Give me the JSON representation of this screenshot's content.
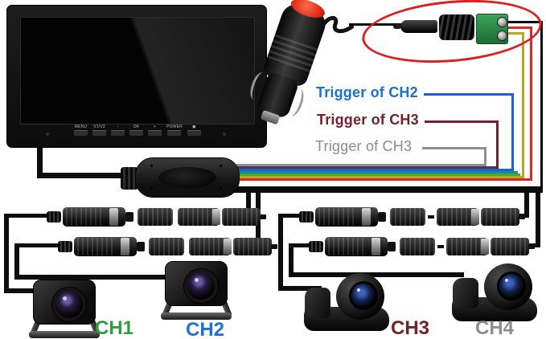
{
  "monitor": {
    "buttons": [
      {
        "label": "MENU"
      },
      {
        "label": "V1/V2"
      },
      {
        "label": "-"
      },
      {
        "label": "OK"
      },
      {
        "label": "+"
      },
      {
        "label": "POWER"
      },
      {
        "label": "◼"
      }
    ]
  },
  "triggers": [
    {
      "text": "Trigger of CH2",
      "color": "#1b6fd4"
    },
    {
      "text": "Trigger of CH3",
      "color": "#73212d"
    },
    {
      "text": "Trigger of CH3",
      "color": "#8c8c8c"
    }
  ],
  "channels": [
    {
      "text": "CH1",
      "color": "#2f9e3f"
    },
    {
      "text": "CH2",
      "color": "#1f6fd6"
    },
    {
      "text": "CH3",
      "color": "#73212d"
    },
    {
      "text": "CH4",
      "color": "#8d8d8d"
    }
  ],
  "wires": {
    "gray": "#8f8f8f",
    "plum": "#523057",
    "maroon": "#73212d",
    "blue": "#1f5fd0",
    "teal": "#0f8f92",
    "green": "#49a83a",
    "yellow": "#b9a81f",
    "red": "#e02820",
    "black": "#0d0d0d"
  },
  "highlight": {
    "ellipse_color": "#dd1f1f"
  }
}
